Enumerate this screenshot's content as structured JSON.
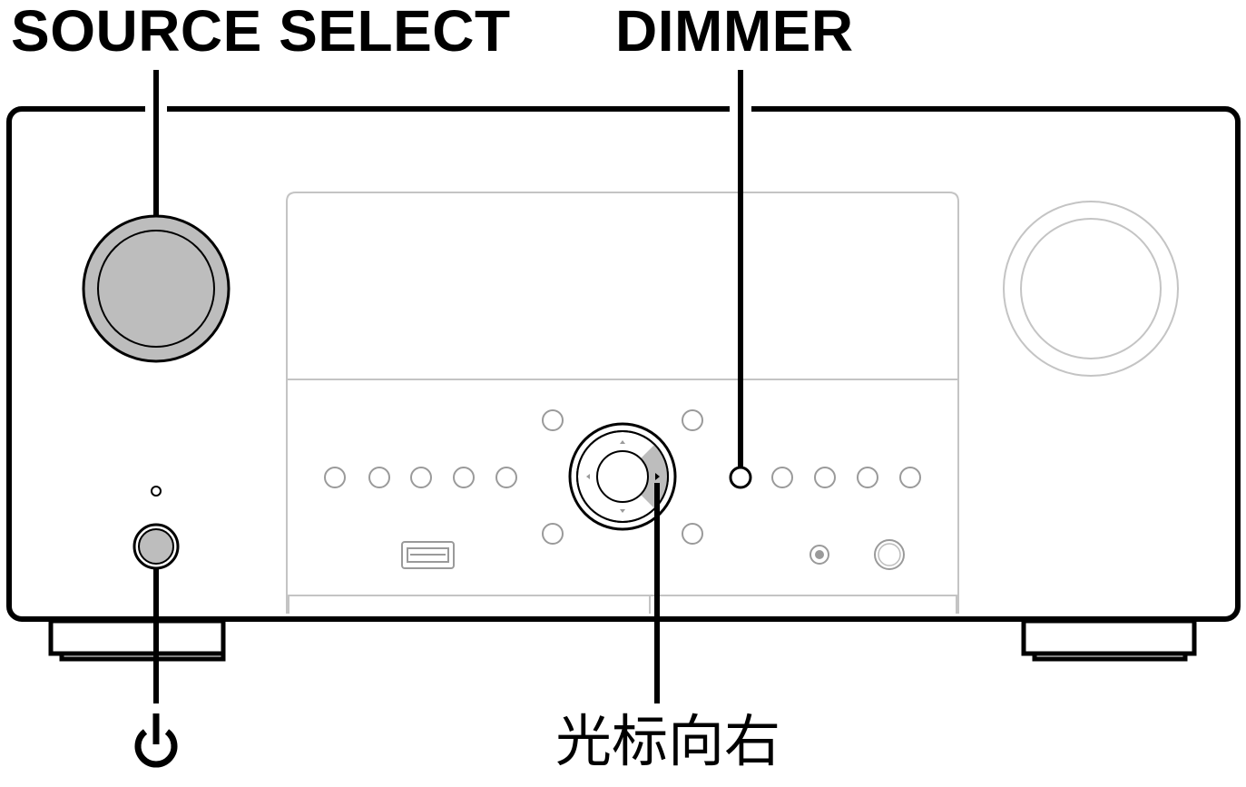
{
  "labels": {
    "source_select": "SOURCE SELECT",
    "dimmer": "DIMMER",
    "cursor_right": "光标向右"
  },
  "icons": {
    "power": "power-icon"
  },
  "colors": {
    "outline": "#000000",
    "highlight_fill": "#bdbdbd",
    "faded_outline": "#c4c4c4"
  }
}
